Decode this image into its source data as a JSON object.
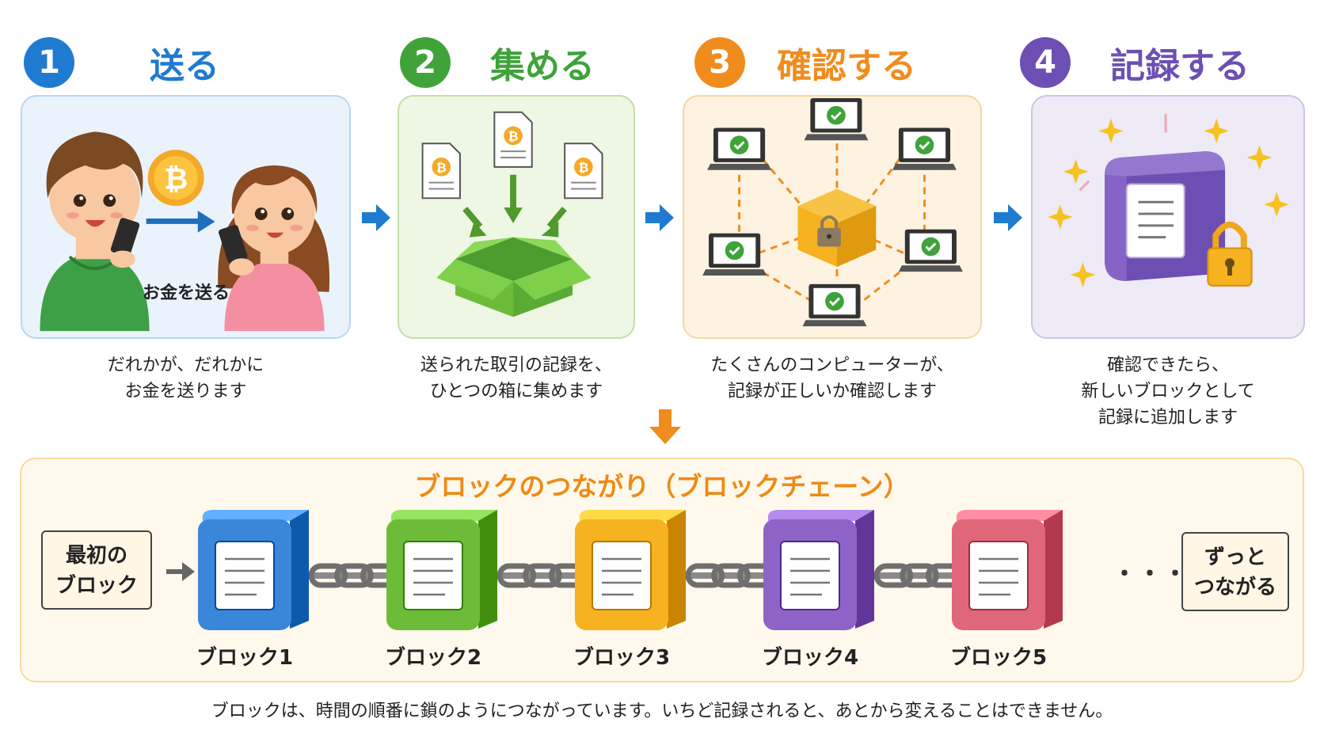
{
  "steps": [
    {
      "number": "1",
      "title": "送る",
      "color": "#1f7bd1",
      "caption": [
        "だれかが、だれかに",
        "お金を送ります"
      ],
      "panel_label": "お金を送る"
    },
    {
      "number": "2",
      "title": "集める",
      "color": "#3fa33a",
      "caption": [
        "送られた取引の記録を、",
        "ひとつの箱に集めます"
      ]
    },
    {
      "number": "3",
      "title": "確認する",
      "color": "#f08c1e",
      "caption": [
        "たくさんのコンピューターが、",
        "記録が正しいか確認します"
      ]
    },
    {
      "number": "4",
      "title": "記録する",
      "color": "#6d4fb3",
      "caption": [
        "確認できたら、",
        "新しいブロックとして",
        "記録に追加します"
      ]
    }
  ],
  "chain": {
    "title": "ブロックのつながり（ブロックチェーン）",
    "start_label": [
      "最初の",
      "ブロック"
    ],
    "end_label": [
      "ずっと",
      "つながる"
    ],
    "ellipsis": "・・・",
    "blocks": [
      {
        "label": "ブロック1",
        "color": "#3a86d8"
      },
      {
        "label": "ブロック2",
        "color": "#6cbc3a"
      },
      {
        "label": "ブロック3",
        "color": "#f6b21f"
      },
      {
        "label": "ブロック4",
        "color": "#8e63c8"
      },
      {
        "label": "ブロック5",
        "color": "#e0667a"
      }
    ]
  },
  "footer": "ブロックは、時間の順番に鎖のようにつながっています。いちど記録されると、あとから変えることはできません。",
  "icons": {
    "coin": "bitcoin-coin-icon",
    "box": "cardboard-box-icon",
    "laptop": "laptop-check-icon",
    "lock": "padlock-icon",
    "doc": "document-icon"
  }
}
